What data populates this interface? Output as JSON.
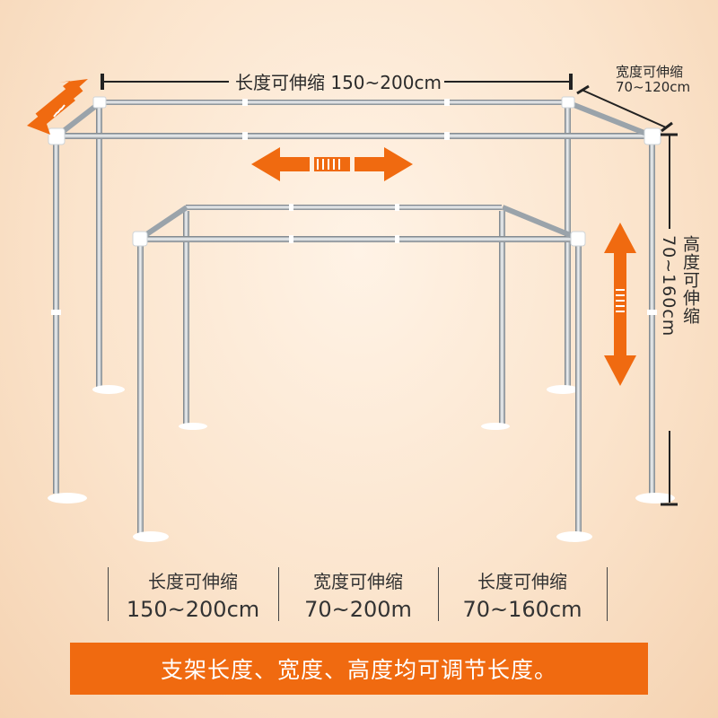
{
  "top_label": "长度可伸缩 150~200cm",
  "width_label": {
    "line1": "宽度可伸缩",
    "line2": "70~120cm"
  },
  "height_label": "高度可伸缩 70~160cm",
  "specs": [
    {
      "title": "长度可伸缩",
      "value": "150~200cm"
    },
    {
      "title": "宽度可伸缩",
      "value": "70~200m"
    },
    {
      "title": "长度可伸缩",
      "value": "70~160cm"
    }
  ],
  "banner": "支架长度、宽度、高度均可调节长度。",
  "colors": {
    "accent": "#f06a10",
    "pole": "#9aa3aa",
    "background": "#fbe4cc"
  }
}
